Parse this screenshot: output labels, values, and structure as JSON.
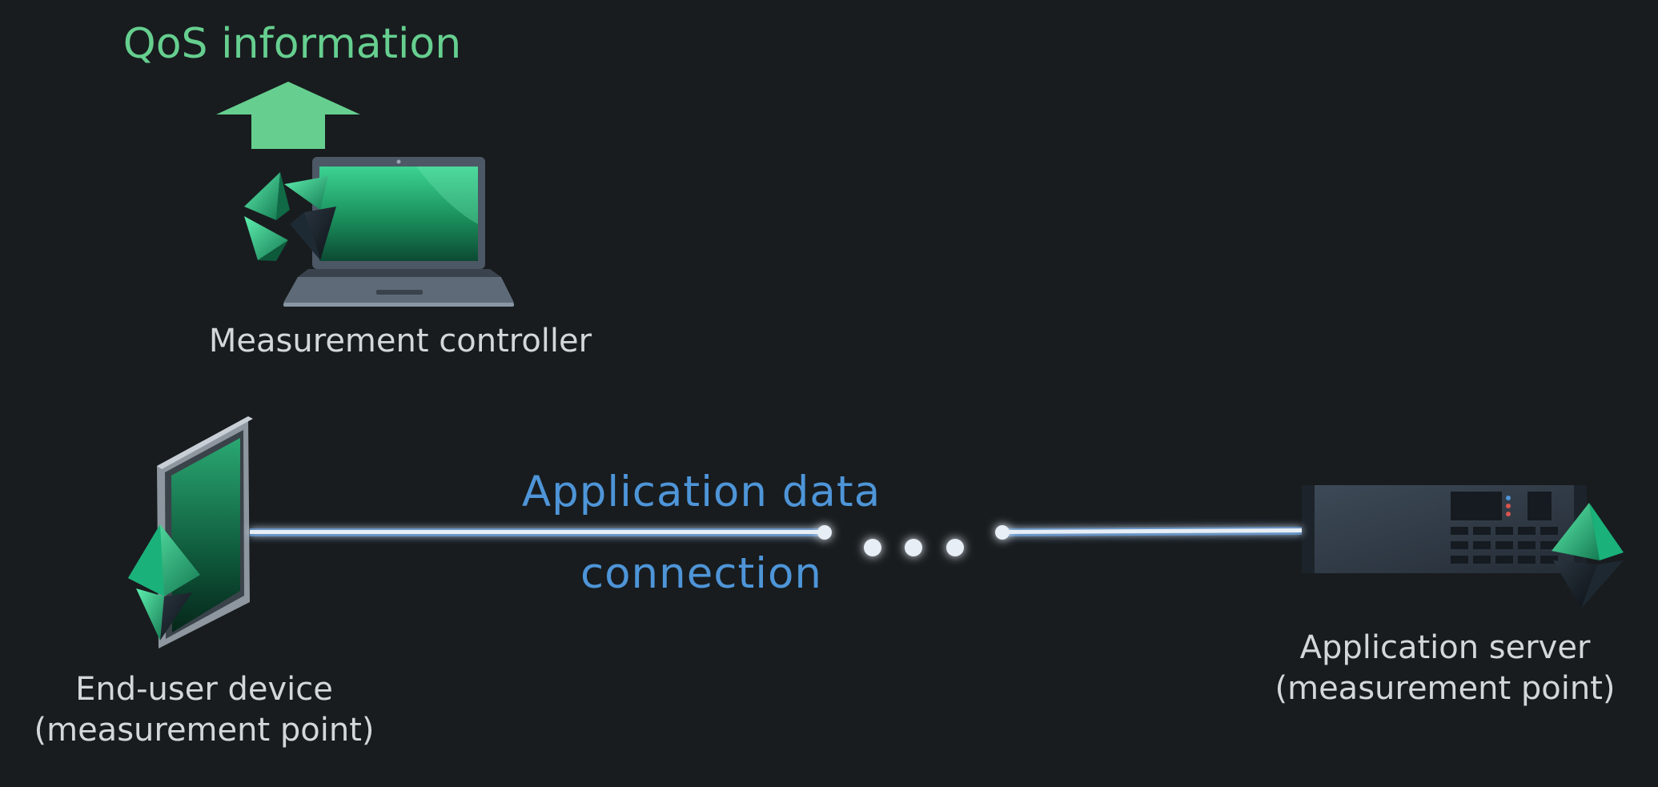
{
  "qos_label": "QoS information",
  "controller_label": "Measurement controller",
  "connection": {
    "line1": "Application data",
    "line2": "connection"
  },
  "end_user": {
    "line1": "End-user device",
    "line2": "(measurement point)"
  },
  "server": {
    "line1": "Application server",
    "line2": "(measurement point)"
  },
  "colors": {
    "background": "#181c1f",
    "accent_green": "#66cf8f",
    "connection_blue": "#4e95d8",
    "label_gray": "#d4d7da",
    "device_green": "#22a86e",
    "line_glow": "#6aa8e8"
  },
  "icons": [
    "laptop-icon",
    "tablet-icon",
    "rack-server-icon",
    "crystal-icon",
    "up-arrow-icon"
  ]
}
